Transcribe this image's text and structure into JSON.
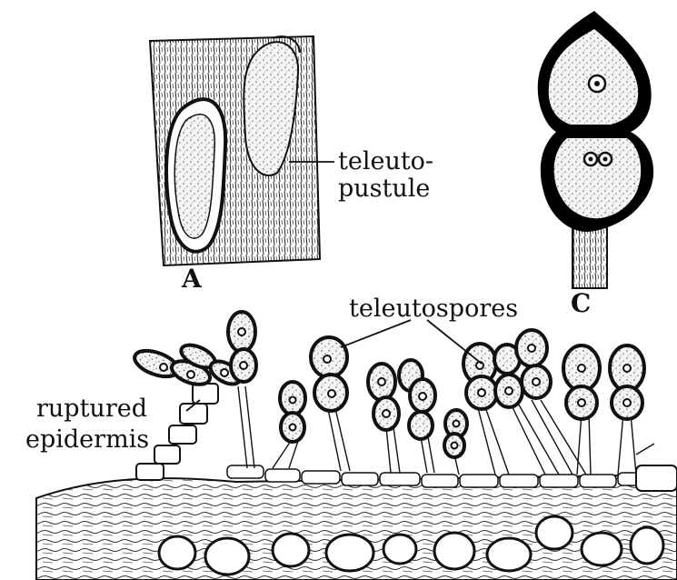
{
  "labels": {
    "teleuto_line1": "teleuto-",
    "teleuto_line2": "pustule",
    "teleutospores": "teleutospores",
    "ruptured": "ruptured",
    "epidermis": "epidermis"
  },
  "panels": {
    "a": "A",
    "c": "C"
  }
}
